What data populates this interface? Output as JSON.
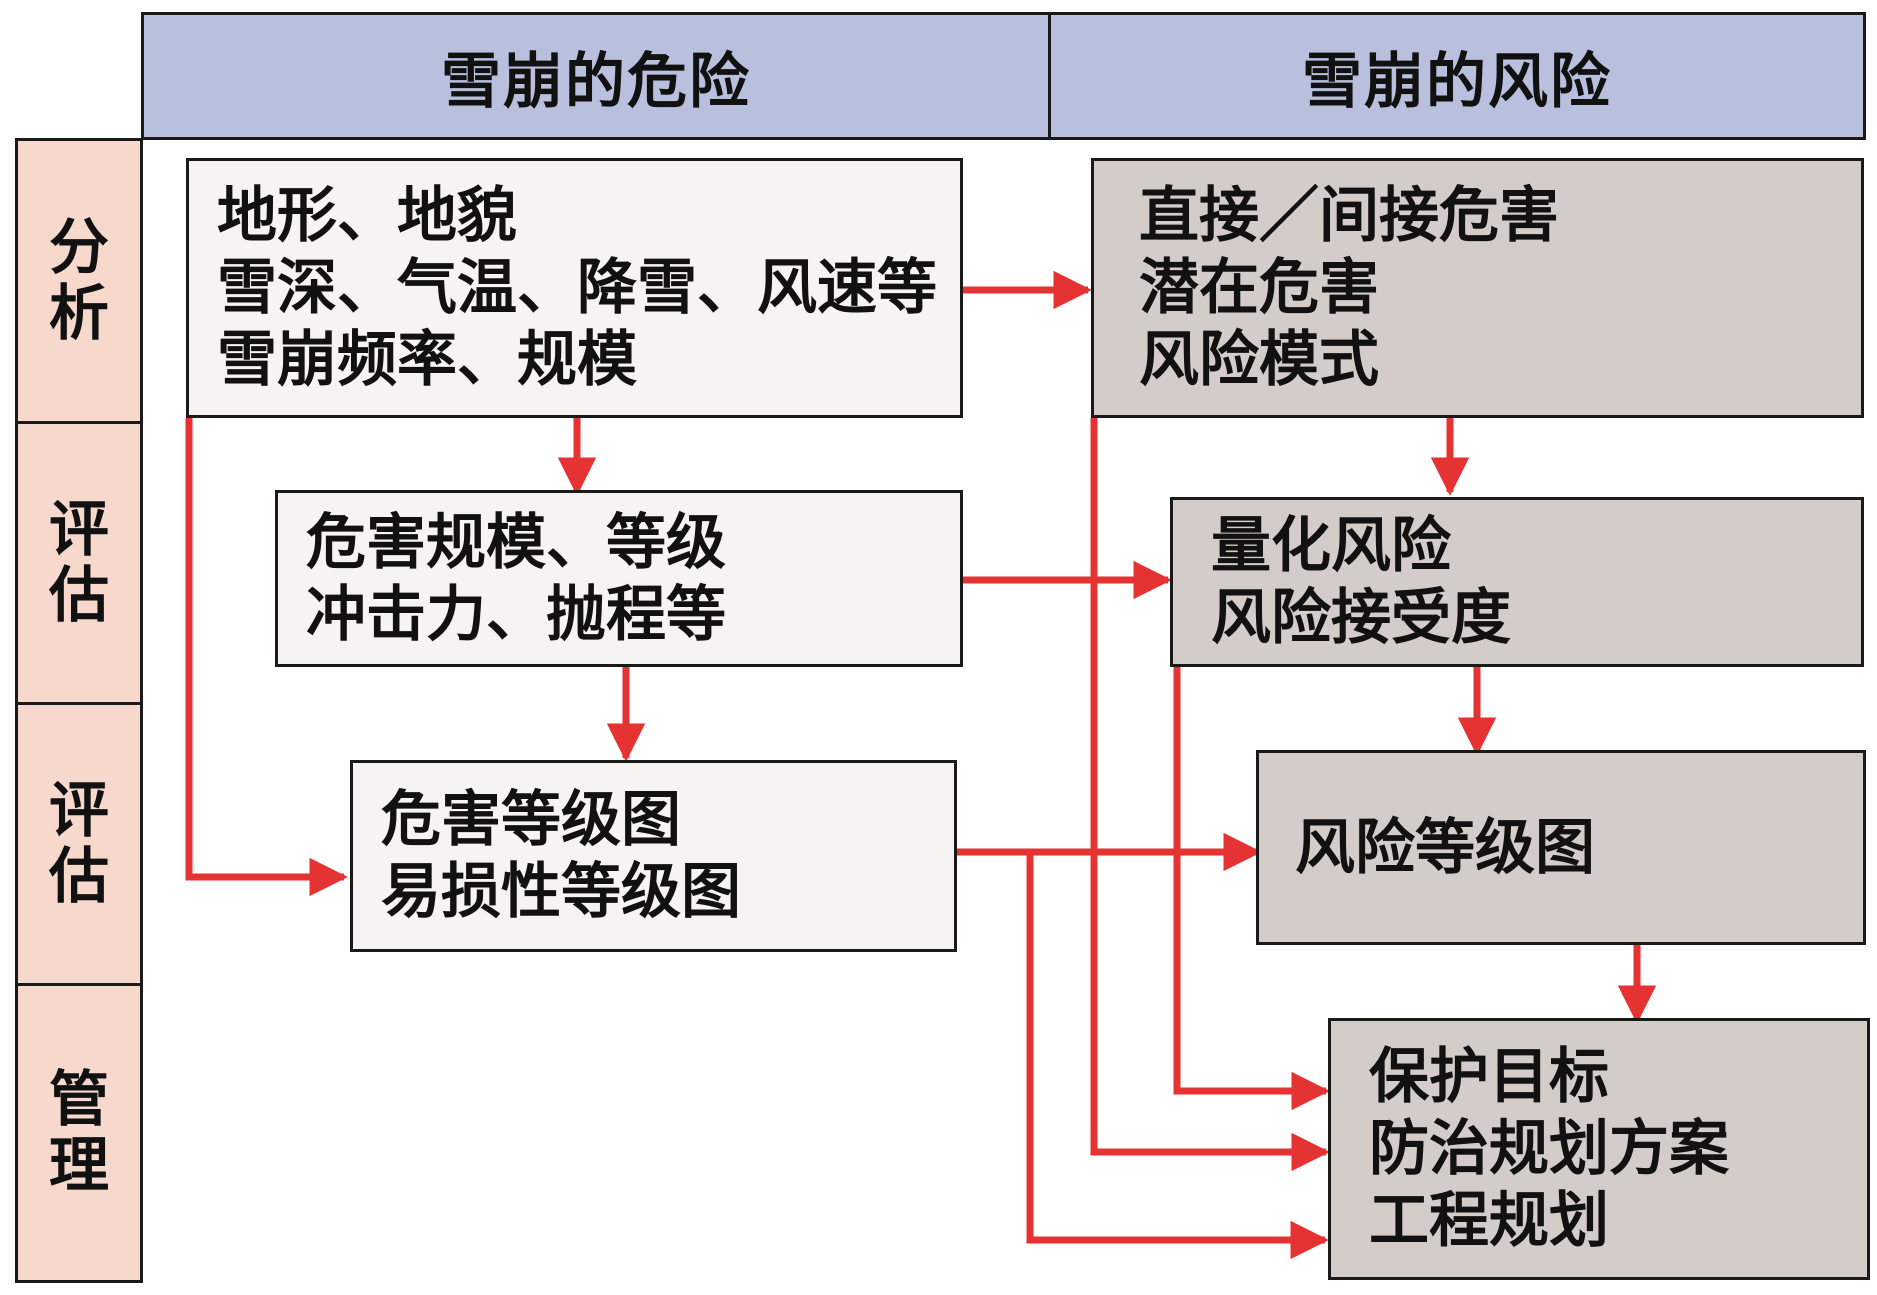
{
  "columns": {
    "hazard": "雪崩的危险",
    "risk": "雪崩的风险"
  },
  "rows": [
    "分析",
    "评估",
    "评估",
    "管理"
  ],
  "hazard_boxes": {
    "analysis": [
      "地形、地貌",
      "雪深、气温、降雪、风速等",
      "雪崩频率、规模"
    ],
    "scale": [
      "危害规模、等级",
      "冲击力、抛程等"
    ],
    "maps": [
      "危害等级图",
      "易损性等级图"
    ]
  },
  "risk_boxes": {
    "hazards": [
      "直接／间接危害",
      "潜在危害",
      "风险模式"
    ],
    "quantify": [
      "量化风险",
      "风险接受度"
    ],
    "map": [
      "风险等级图"
    ],
    "manage": [
      "保护目标",
      "防治规划方案",
      "工程规划"
    ]
  },
  "colors": {
    "header": "#b8c0de",
    "side": "#f6d8cc",
    "light_box": "#f6f4f2",
    "dark_box": "#d3ccc8",
    "arrow": "#e53232"
  }
}
